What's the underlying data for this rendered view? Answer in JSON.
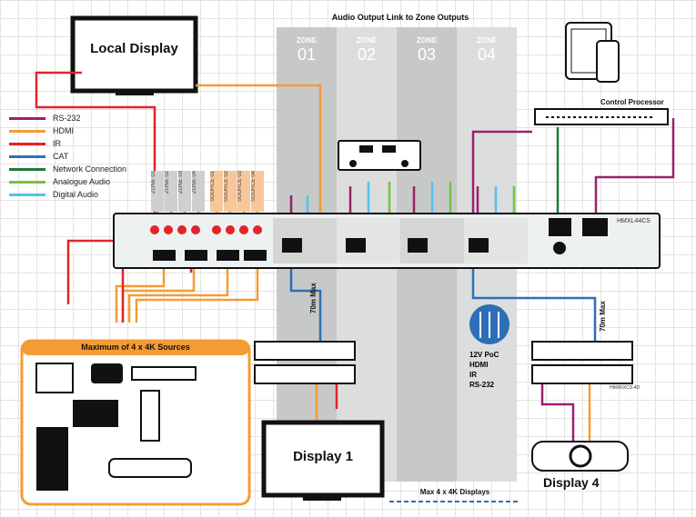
{
  "title": "Audio Output Link to Zone Outputs",
  "zones": [
    {
      "label": "ZONE",
      "number": "01"
    },
    {
      "label": "ZONE",
      "number": "02"
    },
    {
      "label": "ZONE",
      "number": "03"
    },
    {
      "label": "ZONE",
      "number": "04"
    }
  ],
  "local_display": "Local Display",
  "control_processor": "Control Processor",
  "legend": [
    {
      "label": "RS-232",
      "color": "#9c1f6e"
    },
    {
      "label": "HDMI",
      "color": "#f39c35"
    },
    {
      "label": "IR",
      "color": "#e0252a"
    },
    {
      "label": "CAT",
      "color": "#2d6fb7"
    },
    {
      "label": "Network Connection",
      "color": "#1e7a3a"
    },
    {
      "label": "Analogue Audio",
      "color": "#79c143"
    },
    {
      "label": "Digital Audio",
      "color": "#53c3e8"
    }
  ],
  "ir_labels": [
    "ZONE 01",
    "ZONE 02",
    "ZONE 03",
    "ZONE 04"
  ],
  "source_labels": [
    "SOURCE 01",
    "SOURCE 02",
    "SOURCE 03",
    "SOURCE 04"
  ],
  "matrix_model": "HMXL44CS",
  "distance_1": "70m Max",
  "distance_2": "70m Max",
  "sources_title": "Maximum of 4 x 4K Sources",
  "display_1": "Display 1",
  "display_4": "Display 4",
  "max_displays": "Max 4 x 4K Displays",
  "features": [
    "12V PoC",
    "HDMI",
    "IR",
    "RS-232"
  ],
  "receiver_model": "HMXRXCS-4D"
}
